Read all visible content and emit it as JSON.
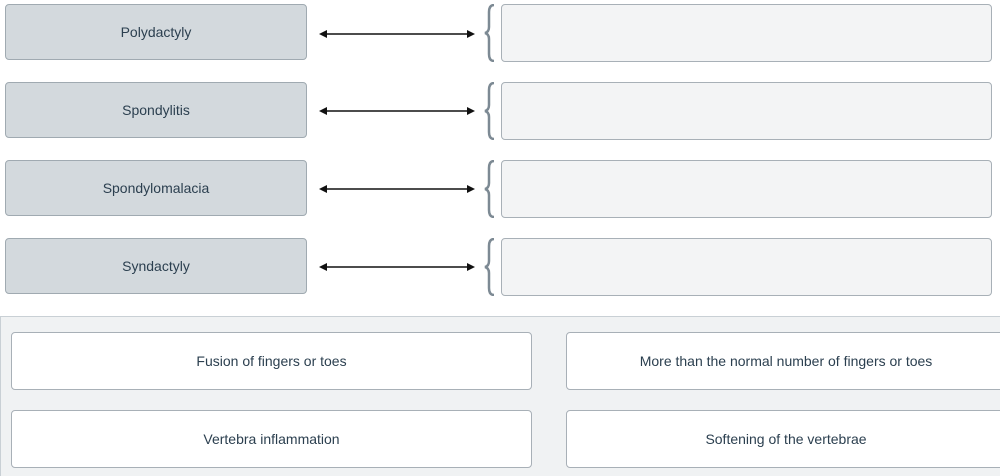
{
  "terms": [
    {
      "label": "Polydactyly"
    },
    {
      "label": "Spondylitis"
    },
    {
      "label": "Spondylomalacia"
    },
    {
      "label": "Syndactyly"
    }
  ],
  "choices": [
    {
      "label": "Fusion of fingers or toes"
    },
    {
      "label": "More than the normal number of fingers or toes"
    },
    {
      "label": "Vertebra inflammation"
    },
    {
      "label": "Softening of the vertebrae"
    }
  ],
  "colors": {
    "term_bg": "#d3d9dd",
    "slot_bg": "#f3f4f5",
    "bank_bg": "#f0f2f3",
    "text": "#2b3f4f",
    "bracket": "#7d8a94"
  },
  "icons": {
    "arrow": "double-headed-arrow-icon",
    "bracket": "curly-bracket-icon"
  }
}
